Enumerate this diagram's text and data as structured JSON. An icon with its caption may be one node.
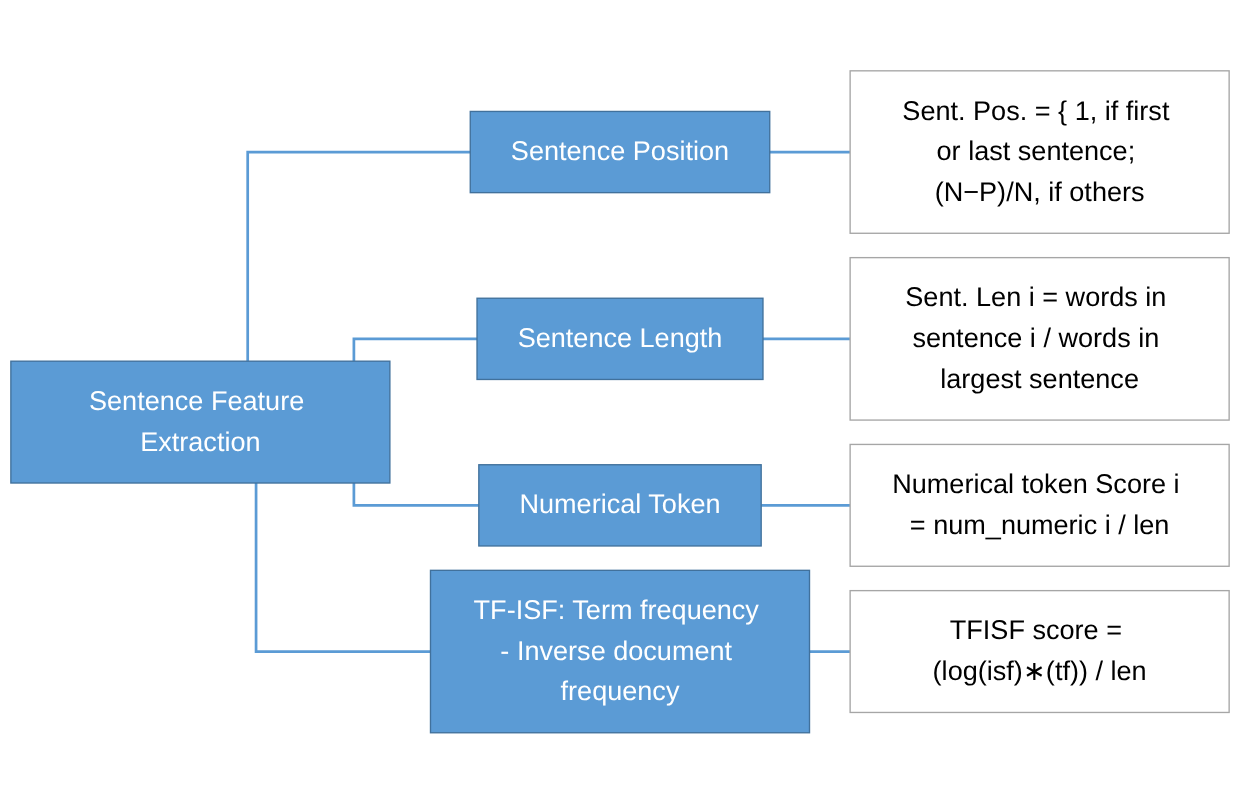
{
  "diagram": {
    "nodes": [
      {
        "text": [
          "Sentence Feature Extraction"
        ]
      },
      {
        "text": [
          "Sentence Position"
        ]
      },
      {
        "text": [
          "Sent. Pos. = { 1, if first or last sentence; (N−P)/N, if others"
        ]
      },
      {
        "text": [
          "Sentence Length"
        ]
      },
      {
        "text": [
          "Sent. Len i = words in sentence i / words in largest sentence"
        ]
      },
      {
        "text": [
          "Numerical Token"
        ]
      },
      {
        "text": [
          "Numerical token Score i = num_numeric i / len"
        ]
      },
      {
        "text": [
          "TF-ISF: Term frequency - Inverse document frequency"
        ]
      },
      {
        "text": [
          "TFISF score = (log(isf)∗(tf)) / len"
        ]
      }
    ],
    "edges": [
      {
        "from": 0,
        "to": 1,
        "arrow": "none"
      },
      {
        "from": 0,
        "to": 3,
        "arrow": "none"
      },
      {
        "from": 0,
        "to": 5,
        "arrow": "none"
      },
      {
        "from": 0,
        "to": 7,
        "arrow": "none"
      },
      {
        "from": 1,
        "to": 2,
        "arrow": "none"
      },
      {
        "from": 3,
        "to": 4,
        "arrow": "none"
      },
      {
        "from": 5,
        "to": 6,
        "arrow": "none"
      },
      {
        "from": 7,
        "to": 8,
        "arrow": "none"
      }
    ]
  }
}
